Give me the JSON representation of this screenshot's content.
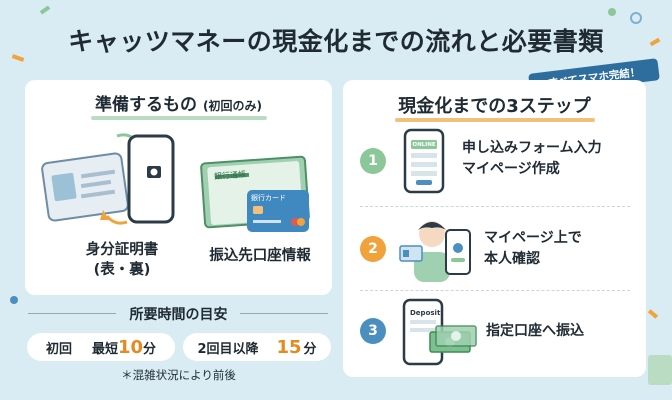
{
  "title": "キャッツマネーの現金化までの流れと必要書類",
  "badge": "すべてスマホ完結！",
  "prep": {
    "heading": "準備するもの",
    "heading_note": "(初回のみ)",
    "items": [
      {
        "line1": "身分証明書",
        "line2": "(表・裏)"
      },
      {
        "line1": "振込先口座情報",
        "line2": ""
      }
    ],
    "card_labels": {
      "passbook": "銀行通帳",
      "bank_card": "銀行カード"
    }
  },
  "steps_section": {
    "heading": "現金化までの3ステップ",
    "steps": [
      {
        "number": "1",
        "line1": "申し込みフォーム入力",
        "line2": "マイページ作成",
        "phone_label": "ONLINE"
      },
      {
        "number": "2",
        "line1": "マイページ上で",
        "line2": "本人確認",
        "phone_label": ""
      },
      {
        "number": "3",
        "line1": "指定口座へ振込",
        "line2": "",
        "phone_label": "Deposit"
      }
    ],
    "colors": [
      "#8cc79a",
      "#f2a23a",
      "#4a8fc0"
    ]
  },
  "time": {
    "heading": "所要時間の目安",
    "first": {
      "label": "初回",
      "prefix": "最短",
      "value": "10",
      "unit": "分"
    },
    "repeat": {
      "label": "2回目以降",
      "value": "15",
      "unit": "分"
    },
    "note": "＊混雑状況により前後"
  }
}
